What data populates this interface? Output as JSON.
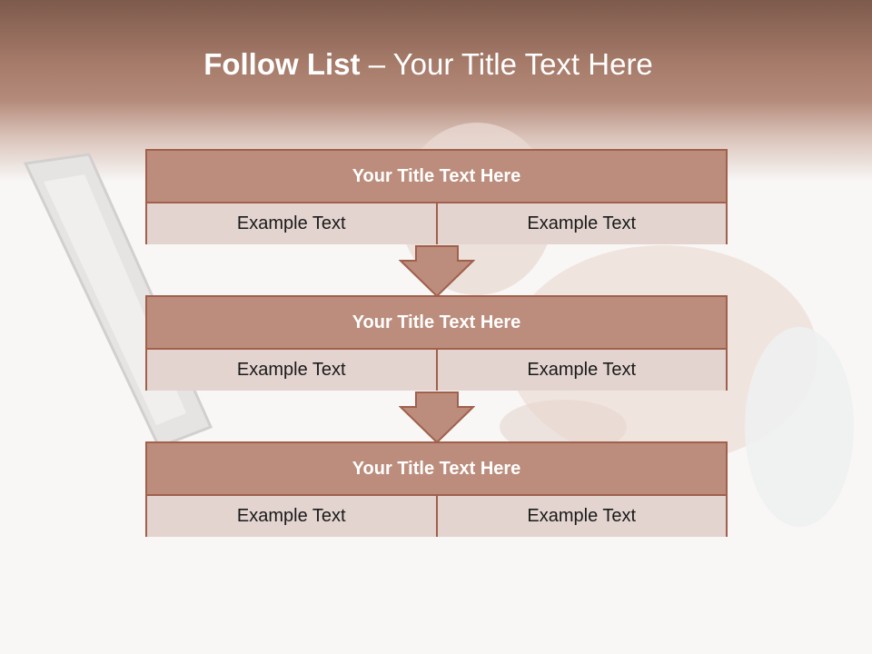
{
  "slide": {
    "title_bold": "Follow List",
    "title_rest": " – Your Title Text Here"
  },
  "steps": [
    {
      "title": "Your Title Text Here",
      "left": "Example Text",
      "right": "Example Text"
    },
    {
      "title": "Your Title Text Here",
      "left": "Example Text",
      "right": "Example Text"
    },
    {
      "title": "Your Title Text Here",
      "left": "Example Text",
      "right": "Example Text"
    }
  ],
  "colors": {
    "header": "#a67b6a",
    "box_title": "#bc8d7c",
    "box_cell": "#e3d4cf",
    "border": "#a0604c"
  },
  "icons": {
    "arrow": "down-arrow-icon"
  }
}
